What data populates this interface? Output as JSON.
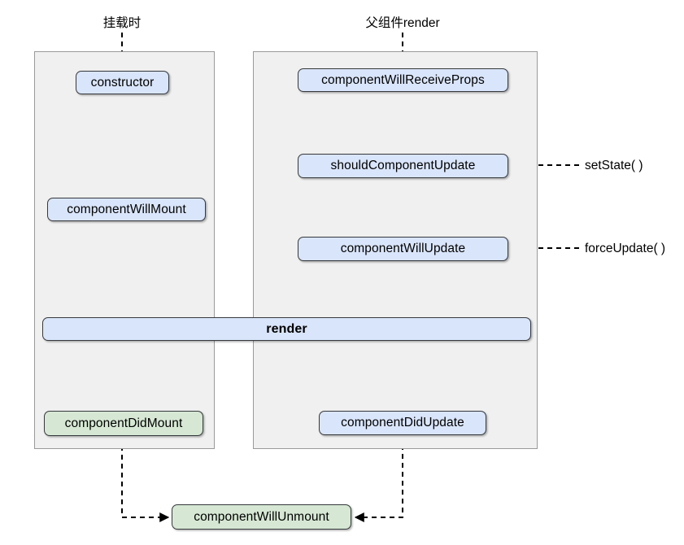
{
  "diagram": {
    "title_mount": "挂载时",
    "title_update": "父组件render",
    "side_labels": [
      {
        "id": "setstate",
        "text": "setState( )"
      },
      {
        "id": "forceupdate",
        "text": "forceUpdate( )"
      }
    ],
    "colors": {
      "blue_fill": "#d9e5fa",
      "green_fill": "#d6e8d4",
      "panel_fill": "#f0f0f0",
      "panel_border": "#9a9a9a",
      "node_border": "#36393d",
      "edge": "#000000",
      "background": "#ffffff"
    },
    "mount_phase": {
      "nodes": [
        {
          "id": "constructor",
          "label": "constructor",
          "color": "blue"
        },
        {
          "id": "component-will-mount",
          "label": "componentWillMount",
          "color": "blue"
        },
        {
          "id": "component-did-mount",
          "label": "componentDidMount",
          "color": "green"
        }
      ]
    },
    "update_phase": {
      "nodes": [
        {
          "id": "component-will-receive-props",
          "label": "componentWillReceiveProps",
          "color": "blue"
        },
        {
          "id": "should-component-update",
          "label": "shouldComponentUpdate",
          "color": "blue"
        },
        {
          "id": "component-will-update",
          "label": "componentWillUpdate",
          "color": "blue"
        },
        {
          "id": "component-did-update",
          "label": "componentDidUpdate",
          "color": "blue"
        }
      ]
    },
    "shared": {
      "render": {
        "id": "render",
        "label": "render",
        "color": "blue"
      },
      "unmount": {
        "id": "component-will-unmount",
        "label": "componentWillUnmount",
        "color": "green"
      }
    }
  }
}
